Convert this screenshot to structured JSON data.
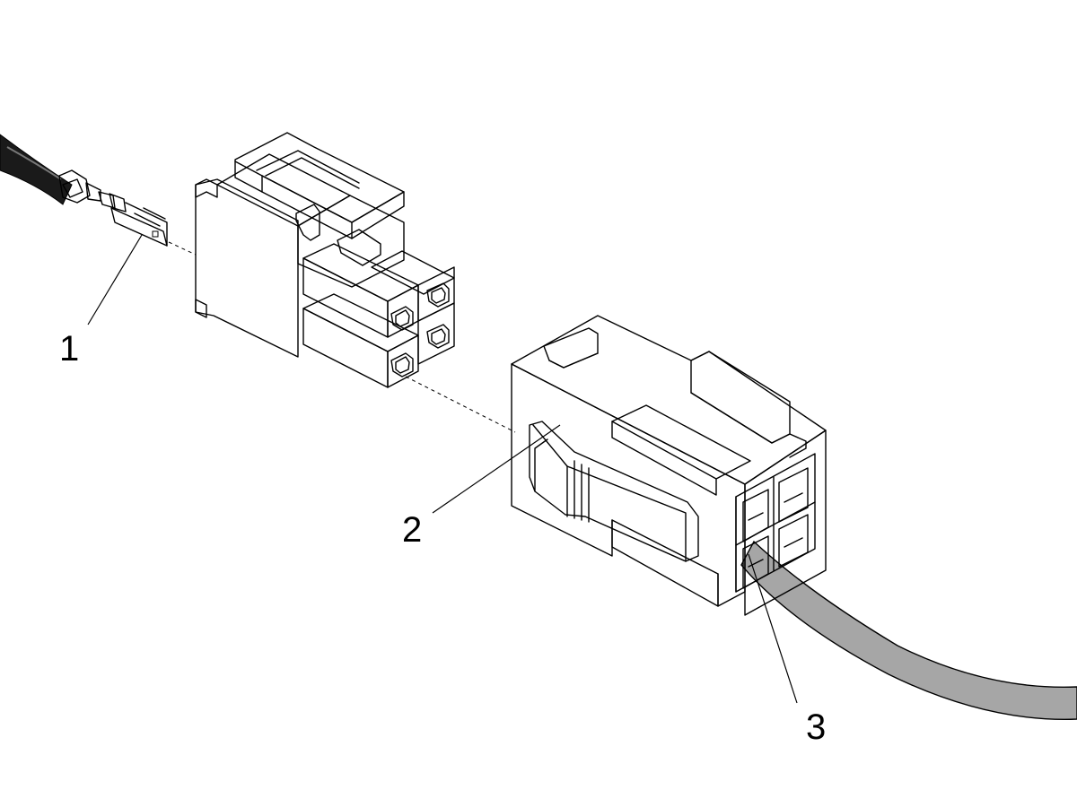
{
  "callouts": [
    {
      "label": "1"
    },
    {
      "label": "2"
    },
    {
      "label": "3"
    }
  ],
  "colors": {
    "housing_gray": "#d2d2d2",
    "housing_dark": "#b8b8b8",
    "cable_dark": "#1a1a1a",
    "cable_gray": "#a6a6a6",
    "line": "#000000",
    "background": "#ffffff"
  }
}
